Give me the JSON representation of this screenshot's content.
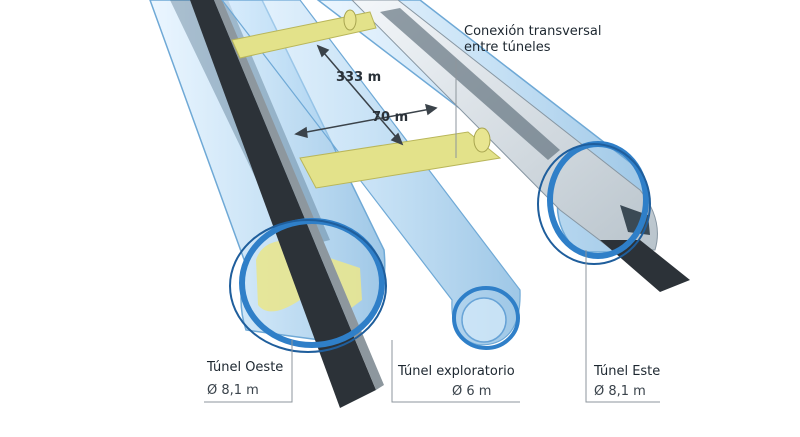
{
  "labels": {
    "crosscut_line1": "Conexión transversal",
    "crosscut_line2": "entre túneles",
    "dist_long": "333 m",
    "dist_short": "70 m"
  },
  "tunnels": [
    {
      "name": "Túnel Oeste",
      "diameter": "Ø 8,1 m"
    },
    {
      "name": "Túnel exploratorio",
      "diameter": "Ø 6 m"
    },
    {
      "name": "Túnel Este",
      "diameter": "Ø 8,1 m"
    }
  ],
  "colors": {
    "tube_fill": "#a9d3ee",
    "ring_blue": "#2f7fc8",
    "crosscut_yellow": "#e3e28a",
    "rail_dark": "#2c3238",
    "callout_line": "#8e969c"
  }
}
